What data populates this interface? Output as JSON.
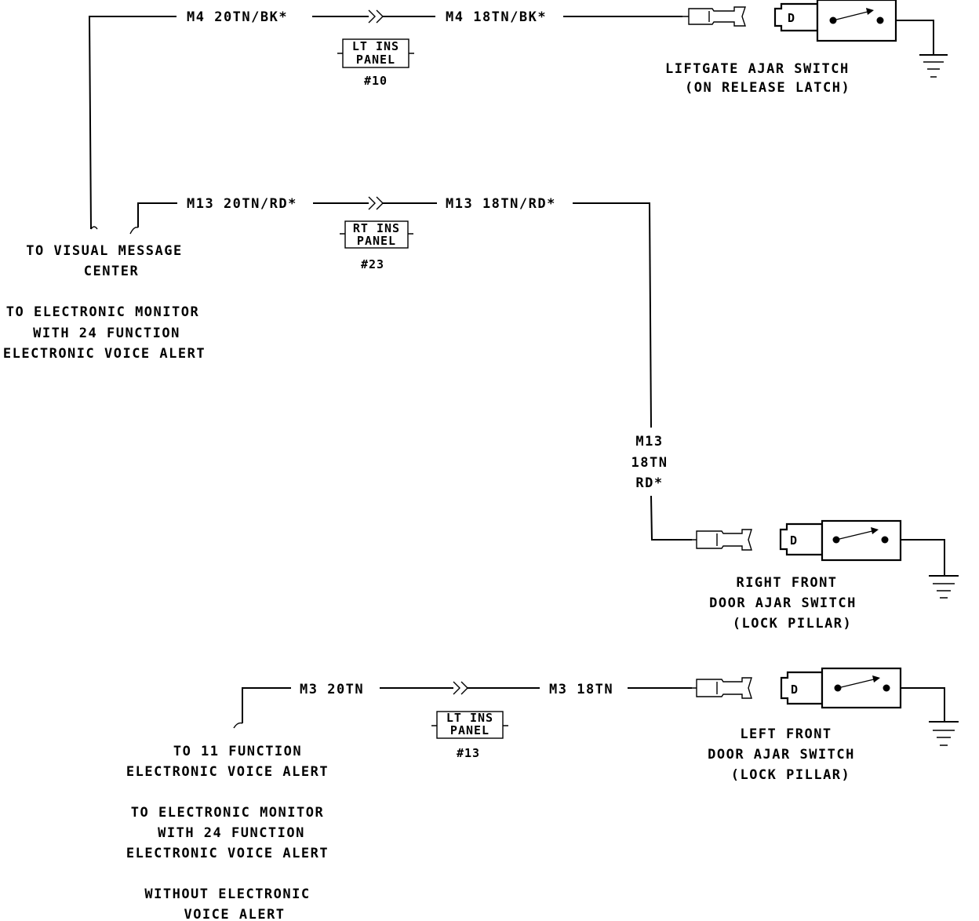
{
  "circuits": {
    "liftgate": {
      "wire_left": "M4 20TN/BK*",
      "wire_right": "M4 18TN/BK*",
      "connector_line1": "LT INS",
      "connector_line2": "PANEL",
      "connector_number": "#10",
      "switch_label_line1": "LIFTGATE AJAR SWITCH",
      "switch_label_line2": "(ON RELEASE LATCH)"
    },
    "right_front": {
      "wire_left": "M13 20TN/RD*",
      "wire_right": "M13 18TN/RD*",
      "connector_line1": "RT INS",
      "connector_line2": "PANEL",
      "connector_number": "#23",
      "vertical_wire_line1": "M13",
      "vertical_wire_line2": "18TN",
      "vertical_wire_line3": "RD*",
      "switch_label_line1": "RIGHT FRONT",
      "switch_label_line2": "DOOR AJAR SWITCH",
      "switch_label_line3": "(LOCK PILLAR)"
    },
    "left_front": {
      "wire_left": "M3 20TN",
      "wire_right": "M3 18TN",
      "connector_line1": "LT INS",
      "connector_line2": "PANEL",
      "connector_number": "#13",
      "switch_label_line1": "LEFT FRONT",
      "switch_label_line2": "DOOR AJAR SWITCH",
      "switch_label_line3": "(LOCK PILLAR)"
    }
  },
  "notes": {
    "visual_message_line1": "TO VISUAL MESSAGE",
    "visual_message_line2": "CENTER",
    "monitor_a_line1": "TO ELECTRONIC MONITOR",
    "monitor_a_line2": "WITH 24 FUNCTION",
    "monitor_a_line3": "ELECTRONIC VOICE ALERT",
    "eleven_line1": "TO 11 FUNCTION",
    "eleven_line2": "ELECTRONIC VOICE ALERT",
    "monitor_b_line1": "TO ELECTRONIC MONITOR",
    "monitor_b_line2": "WITH 24 FUNCTION",
    "monitor_b_line3": "ELECTRONIC VOICE ALERT",
    "without_line1": "WITHOUT ELECTRONIC",
    "without_line2": "VOICE ALERT"
  },
  "switch_terminal_letter": "D"
}
